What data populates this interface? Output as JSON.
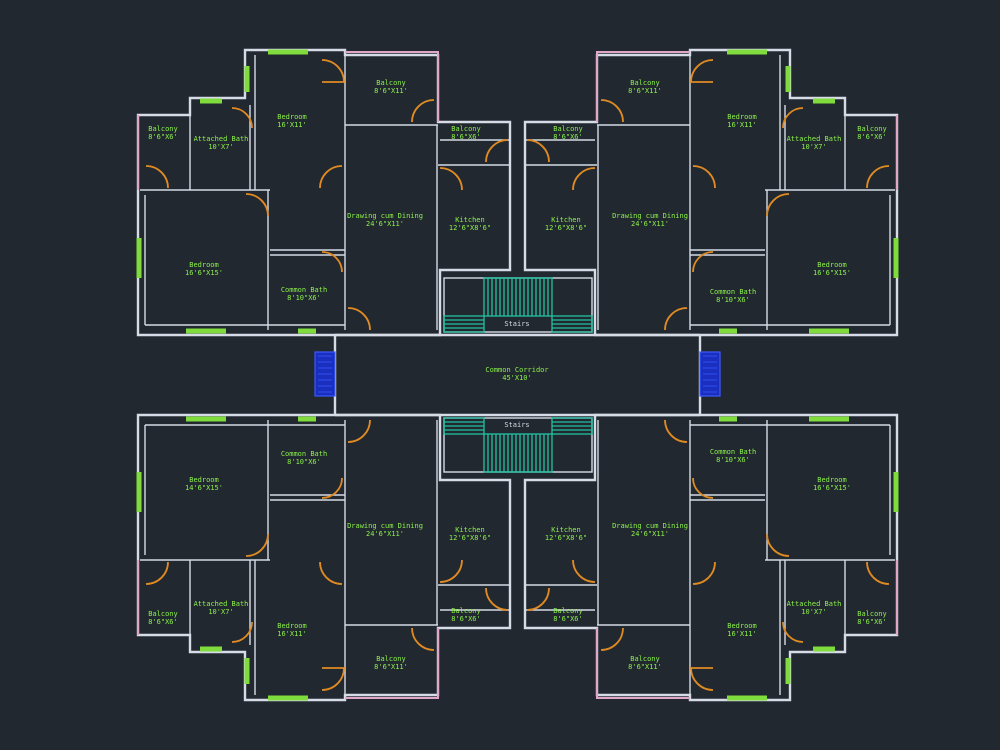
{
  "colors": {
    "background": "#212830",
    "walls": "#d6dbe6",
    "balcony_railing": "#e2a6c8",
    "windows": "#7fdc3c",
    "doors": "#e08b22",
    "stairs": "#22c2a2",
    "lift": "#1a2fc0",
    "labels": "#8df24a"
  },
  "rooms": {
    "tl_bal_top": [
      "Balcony",
      "8'6\"X11'"
    ],
    "tl_bed_top": [
      "Bedroom",
      "16'X11'"
    ],
    "tl_bal_small": [
      "Balcony",
      "8'6\"X6'"
    ],
    "tl_att_bath": [
      "Attached Bath",
      "10'X7'"
    ],
    "tl_bal_left": [
      "Balcony",
      "8'6\"X6'"
    ],
    "tl_drawing": [
      "Drawing cum Dining",
      "24'6\"X11'"
    ],
    "tl_kitchen": [
      "Kitchen",
      "12'6\"X8'6\""
    ],
    "tl_bed_big": [
      "Bedroom",
      "16'6\"X15'"
    ],
    "tl_cbath": [
      "Common Bath",
      "8'10\"X6'"
    ],
    "tr_bal_top": [
      "Balcony",
      "8'6\"X11'"
    ],
    "tr_bal_small": [
      "Balcony",
      "8'6\"X6'"
    ],
    "tr_bed_top": [
      "Bedroom",
      "16'X11'"
    ],
    "tr_att_bath": [
      "Attached Bath",
      "10'X7'"
    ],
    "tr_bal_right": [
      "Balcony",
      "8'6\"X6'"
    ],
    "tr_kitchen": [
      "Kitchen",
      "12'6\"X8'6\""
    ],
    "tr_drawing": [
      "Drawing cum Dining",
      "24'6\"X11'"
    ],
    "tr_bed_big": [
      "Bedroom",
      "16'6\"X15'"
    ],
    "tr_cbath": [
      "Common Bath",
      "8'10\"X6'"
    ],
    "stairs_top": [
      "Stairs"
    ],
    "corridor": [
      "Common Corridor",
      "45'X10'"
    ],
    "stairs_bottom": [
      "Stairs"
    ],
    "bl_cbath": [
      "Common Bath",
      "8'10\"X6'"
    ],
    "bl_bed_big": [
      "Bedroom",
      "14'6\"X15'"
    ],
    "bl_drawing": [
      "Drawing cum Dining",
      "24'6\"X11'"
    ],
    "bl_kitchen": [
      "Kitchen",
      "12'6\"X8'6\""
    ],
    "bl_bal_left": [
      "Balcony",
      "8'6\"X6'"
    ],
    "bl_att_bath": [
      "Attached Bath",
      "10'X7'"
    ],
    "bl_bed_top": [
      "Bedroom",
      "16'X11'"
    ],
    "bl_bal_small": [
      "Balcony",
      "8'6\"X6'"
    ],
    "bl_bal_bottom": [
      "Balcony",
      "8'6\"X11'"
    ],
    "br_cbath": [
      "Common Bath",
      "8'10\"X6'"
    ],
    "br_bed_big": [
      "Bedroom",
      "16'6\"X15'"
    ],
    "br_kitchen": [
      "Kitchen",
      "12'6\"X8'6\""
    ],
    "br_drawing": [
      "Drawing cum Dining",
      "24'6\"X11'"
    ],
    "br_bal_small": [
      "Balcony",
      "8'6\"X6'"
    ],
    "br_bed_top": [
      "Bedroom",
      "16'X11'"
    ],
    "br_att_bath": [
      "Attached Bath",
      "10'X7'"
    ],
    "br_bal_right": [
      "Balcony",
      "8'6\"X6'"
    ],
    "br_bal_bottom": [
      "Balcony",
      "8'6\"X11'"
    ]
  }
}
